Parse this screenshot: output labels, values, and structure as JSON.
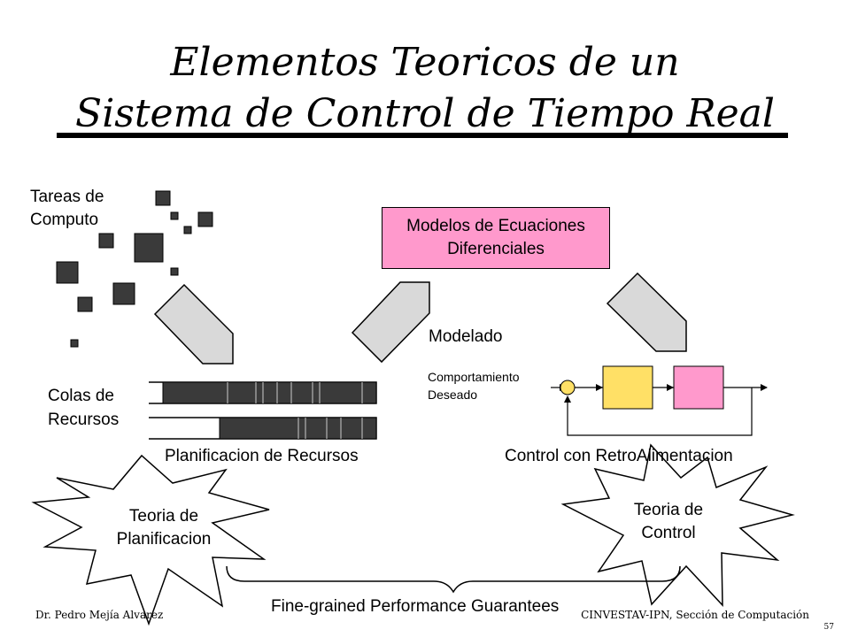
{
  "slide": {
    "title_line1": "Elementos Teoricos de un",
    "title_line2": "Sistema de Control de Tiempo Real",
    "footer_left": "Dr. Pedro Mejía Alvarez",
    "footer_right": "CINVESTAV-IPN, Sección de Computación",
    "page_number": "57"
  },
  "diagram": {
    "tasks_label_1": "Tareas de",
    "tasks_label_2": "Computo",
    "queues_label_1": "Colas de",
    "queues_label_2": "Recursos",
    "models_box_line1": "Modelos de Ecuaciones",
    "models_box_line2": "Diferenciales",
    "modelado_label": "Modelado",
    "behavior_label_1": "Comportamiento",
    "behavior_label_2": "Deseado",
    "scheduling_caption": "Planificacion de Recursos",
    "control_caption": "Control con RetroAlimentacion",
    "theory_sched_1": "Teoria de",
    "theory_sched_2": "Planificacion",
    "theory_control_1": "Teoria de",
    "theory_control_2": "Control",
    "guarantees_label": "Fine-grained Performance Guarantees",
    "colors": {
      "pink": "#ff99cc",
      "yellow": "#ffe066",
      "dark": "#3a3a3a",
      "arrow_gray": "#d9d9d9"
    }
  }
}
